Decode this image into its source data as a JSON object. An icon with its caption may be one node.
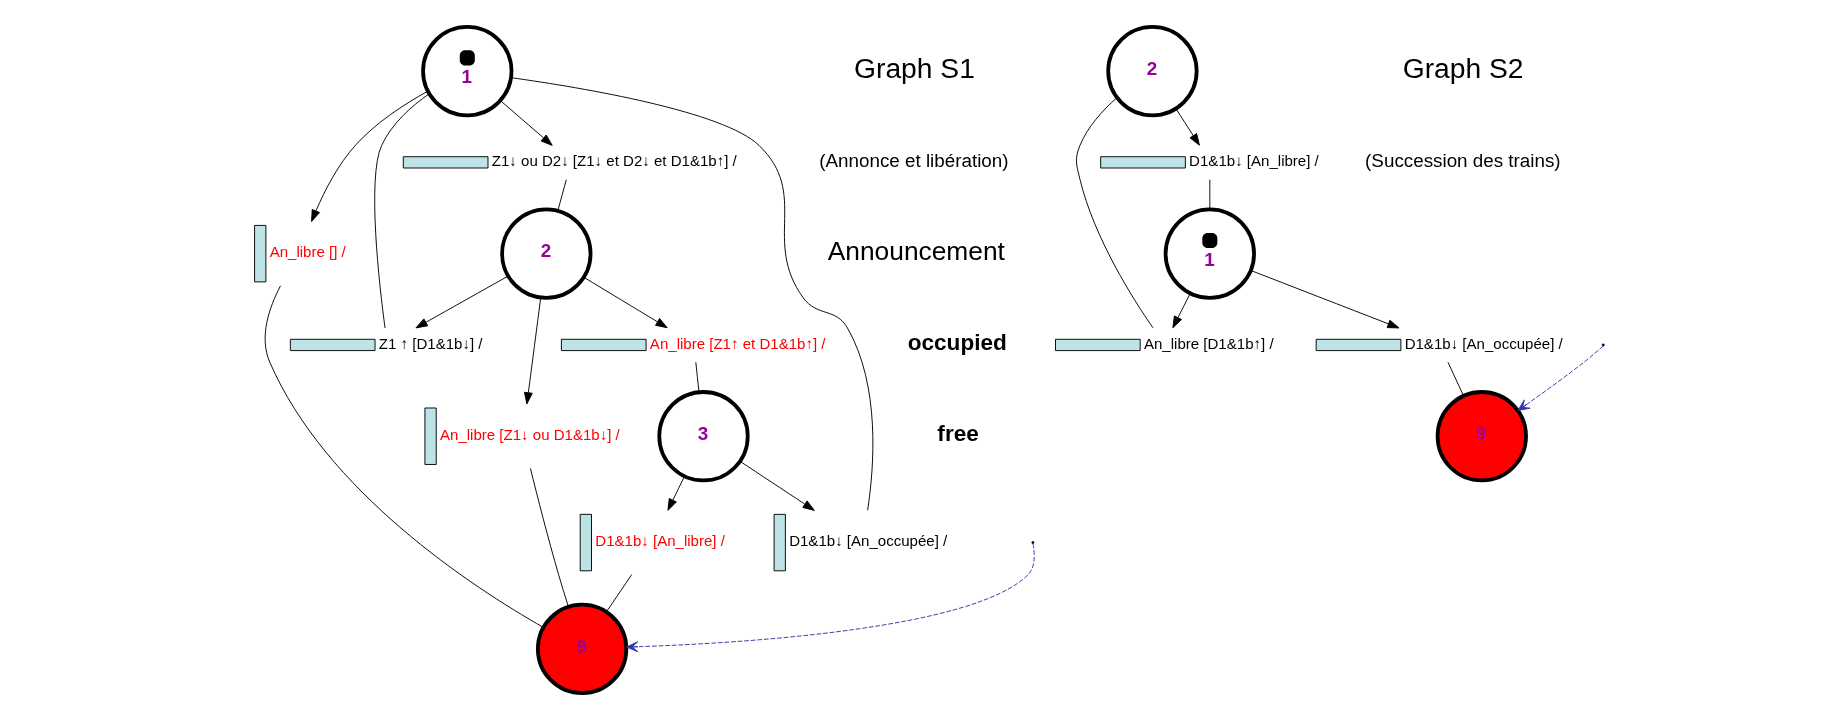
{
  "diagram": {
    "nodes": [
      {
        "text": [
          "1"
        ]
      },
      {
        "text": [],
        "shape": "bar",
        "beside": [
          "An_libre [] /"
        ]
      },
      {
        "text": [],
        "shape": "bar",
        "beside": [
          "D1&1b↓ [An_occupée] /"
        ]
      },
      {
        "text": [],
        "shape": "bar",
        "beside": [
          "Z1↓ ou D2↓ [Z1↓ et D2↓ et D1&1b↑] /"
        ]
      },
      {
        "text": [],
        "shape": "bar",
        "beside": [
          "Z1 ↑ [D1&1b↓] /"
        ]
      },
      {
        "text": [
          "3"
        ]
      },
      {
        "text": [],
        "shape": "bar",
        "beside": [
          "D1&1b↓ [An_libre] /"
        ]
      },
      {
        "text": [
          "9"
        ]
      },
      {
        "text": [],
        "shape": "bar",
        "beside": [
          "An_libre [Z1↑ et D1&1b↑] /"
        ]
      },
      {
        "text": [
          "2"
        ]
      },
      {
        "text": [],
        "shape": "bar",
        "beside": [
          "An_libre [Z1↓ ou D1&1b↓] /"
        ]
      },
      {
        "text": [
          "2"
        ]
      },
      {
        "text": [],
        "shape": "bar",
        "beside": [
          "An_libre [D1&1b↑] /"
        ]
      },
      {
        "text": [],
        "shape": "bar",
        "beside": [
          "D1&1b↓ [An_libre] /"
        ]
      },
      {
        "text": [
          "1"
        ]
      },
      {
        "text": [],
        "shape": "bar",
        "beside": [
          "D1&1b↓ [An_occupée] /"
        ]
      },
      {
        "text": [
          "9"
        ]
      }
    ],
    "edges": [
      {
        "from": 0,
        "to": 1,
        "arrow": "to"
      },
      {
        "from": 1,
        "to": 7,
        "arrow": "none"
      },
      {
        "from": 5,
        "to": 2,
        "arrow": "to"
      },
      {
        "from": 2,
        "to": 0,
        "arrow": "none"
      },
      {
        "from": 0,
        "to": 3,
        "arrow": "to"
      },
      {
        "from": 3,
        "to": 9,
        "arrow": "none"
      },
      {
        "from": 9,
        "to": 4,
        "arrow": "to"
      },
      {
        "from": 4,
        "to": 0,
        "arrow": "none"
      },
      {
        "from": 5,
        "to": 6,
        "arrow": "to"
      },
      {
        "from": 6,
        "to": 7,
        "arrow": "none"
      },
      {
        "from": 9,
        "to": 8,
        "arrow": "to"
      },
      {
        "from": 8,
        "to": 5,
        "arrow": "none"
      },
      {
        "from": 9,
        "to": 10,
        "arrow": "to"
      },
      {
        "from": 10,
        "to": 7,
        "arrow": "none"
      },
      {
        "from": 14,
        "to": 12,
        "arrow": "to"
      },
      {
        "from": 12,
        "to": 11,
        "arrow": "none"
      },
      {
        "from": 11,
        "to": 13,
        "arrow": "to"
      },
      {
        "from": 13,
        "to": 14,
        "arrow": "none"
      },
      {
        "from": 14,
        "to": 15,
        "arrow": "to"
      },
      {
        "from": 15,
        "to": 16,
        "arrow": "none"
      },
      {
        "from": null,
        "to": 7,
        "arrow": "to",
        "style": "dashed",
        "color": "#3333aa"
      },
      {
        "from": null,
        "to": 16,
        "arrow": "to",
        "style": "dashed",
        "color": "#3333aa"
      }
    ],
    "labels": [
      "Graph S1",
      "(Annonce et libération)",
      "Announcement",
      "occupied",
      "free",
      "Graph S2",
      "(Succession des trains)"
    ]
  }
}
